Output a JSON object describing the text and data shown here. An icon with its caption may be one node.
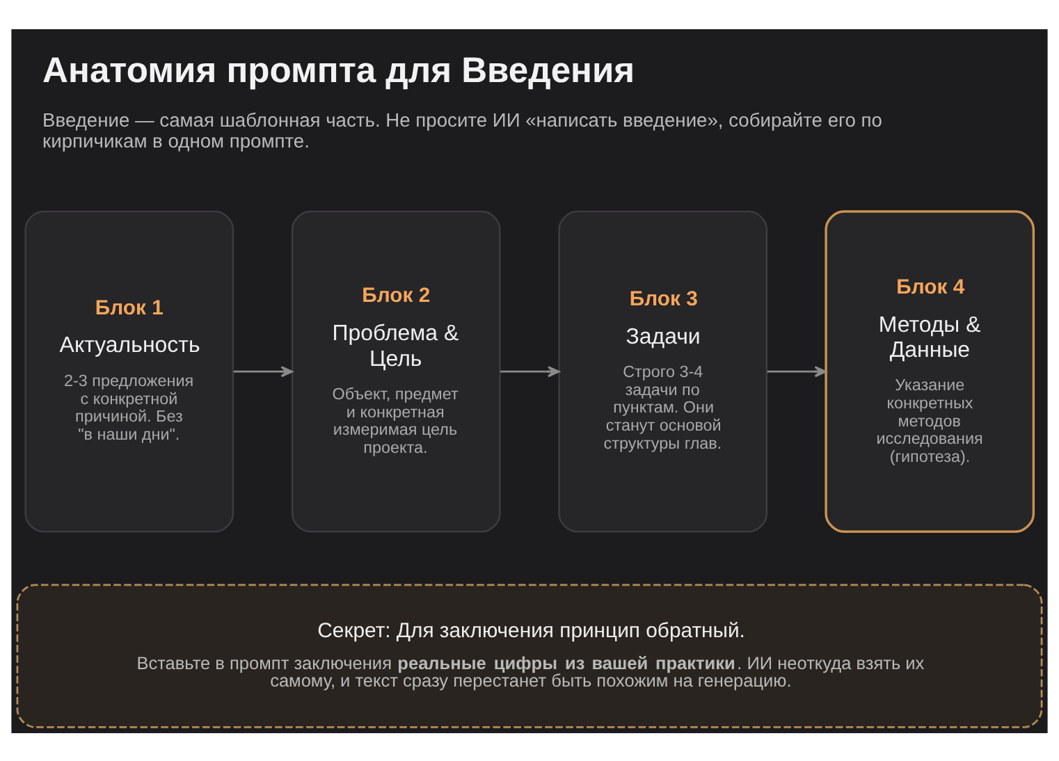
{
  "diagram": {
    "title": "Анатомия промпта для Введения",
    "caption": "Введение — самая шаблонная часть. Не просите ИИ «написать введение», собирайте его по кирпичикам в одном промпте.",
    "nodes": [
      {
        "text": [
          "Блок 1",
          "Актуальность",
          "2-3 предложения с конкретной причиной. Без \"в наши дни\"."
        ]
      },
      {
        "text": [
          "Блок 2",
          "Проблема & Цель",
          "Объект, предмет и конкретная измеримая цель проекта."
        ]
      },
      {
        "text": [
          "Блок 3",
          "Задачи",
          "Строго 3-4 задачи по пунктам. Они станут основой структуры глав."
        ]
      },
      {
        "text": [
          "Блок 4",
          "Методы & Данные",
          "Указание конкретных методов исследования (гипотеза)."
        ]
      },
      {
        "text": [
          "Секрет: Для заключения принцип обратный.",
          "Вставьте в промпт заключения **реальные цифры из вашей практики**. ИИ неоткуда взять их самому, и текст сразу перестанет быть похожим на генерацию."
        ]
      }
    ],
    "edges": [
      {
        "from": 0,
        "to": 1,
        "arrow": "to"
      },
      {
        "from": 1,
        "to": 2,
        "arrow": "to"
      },
      {
        "from": 2,
        "to": 3,
        "arrow": "to"
      }
    ]
  }
}
